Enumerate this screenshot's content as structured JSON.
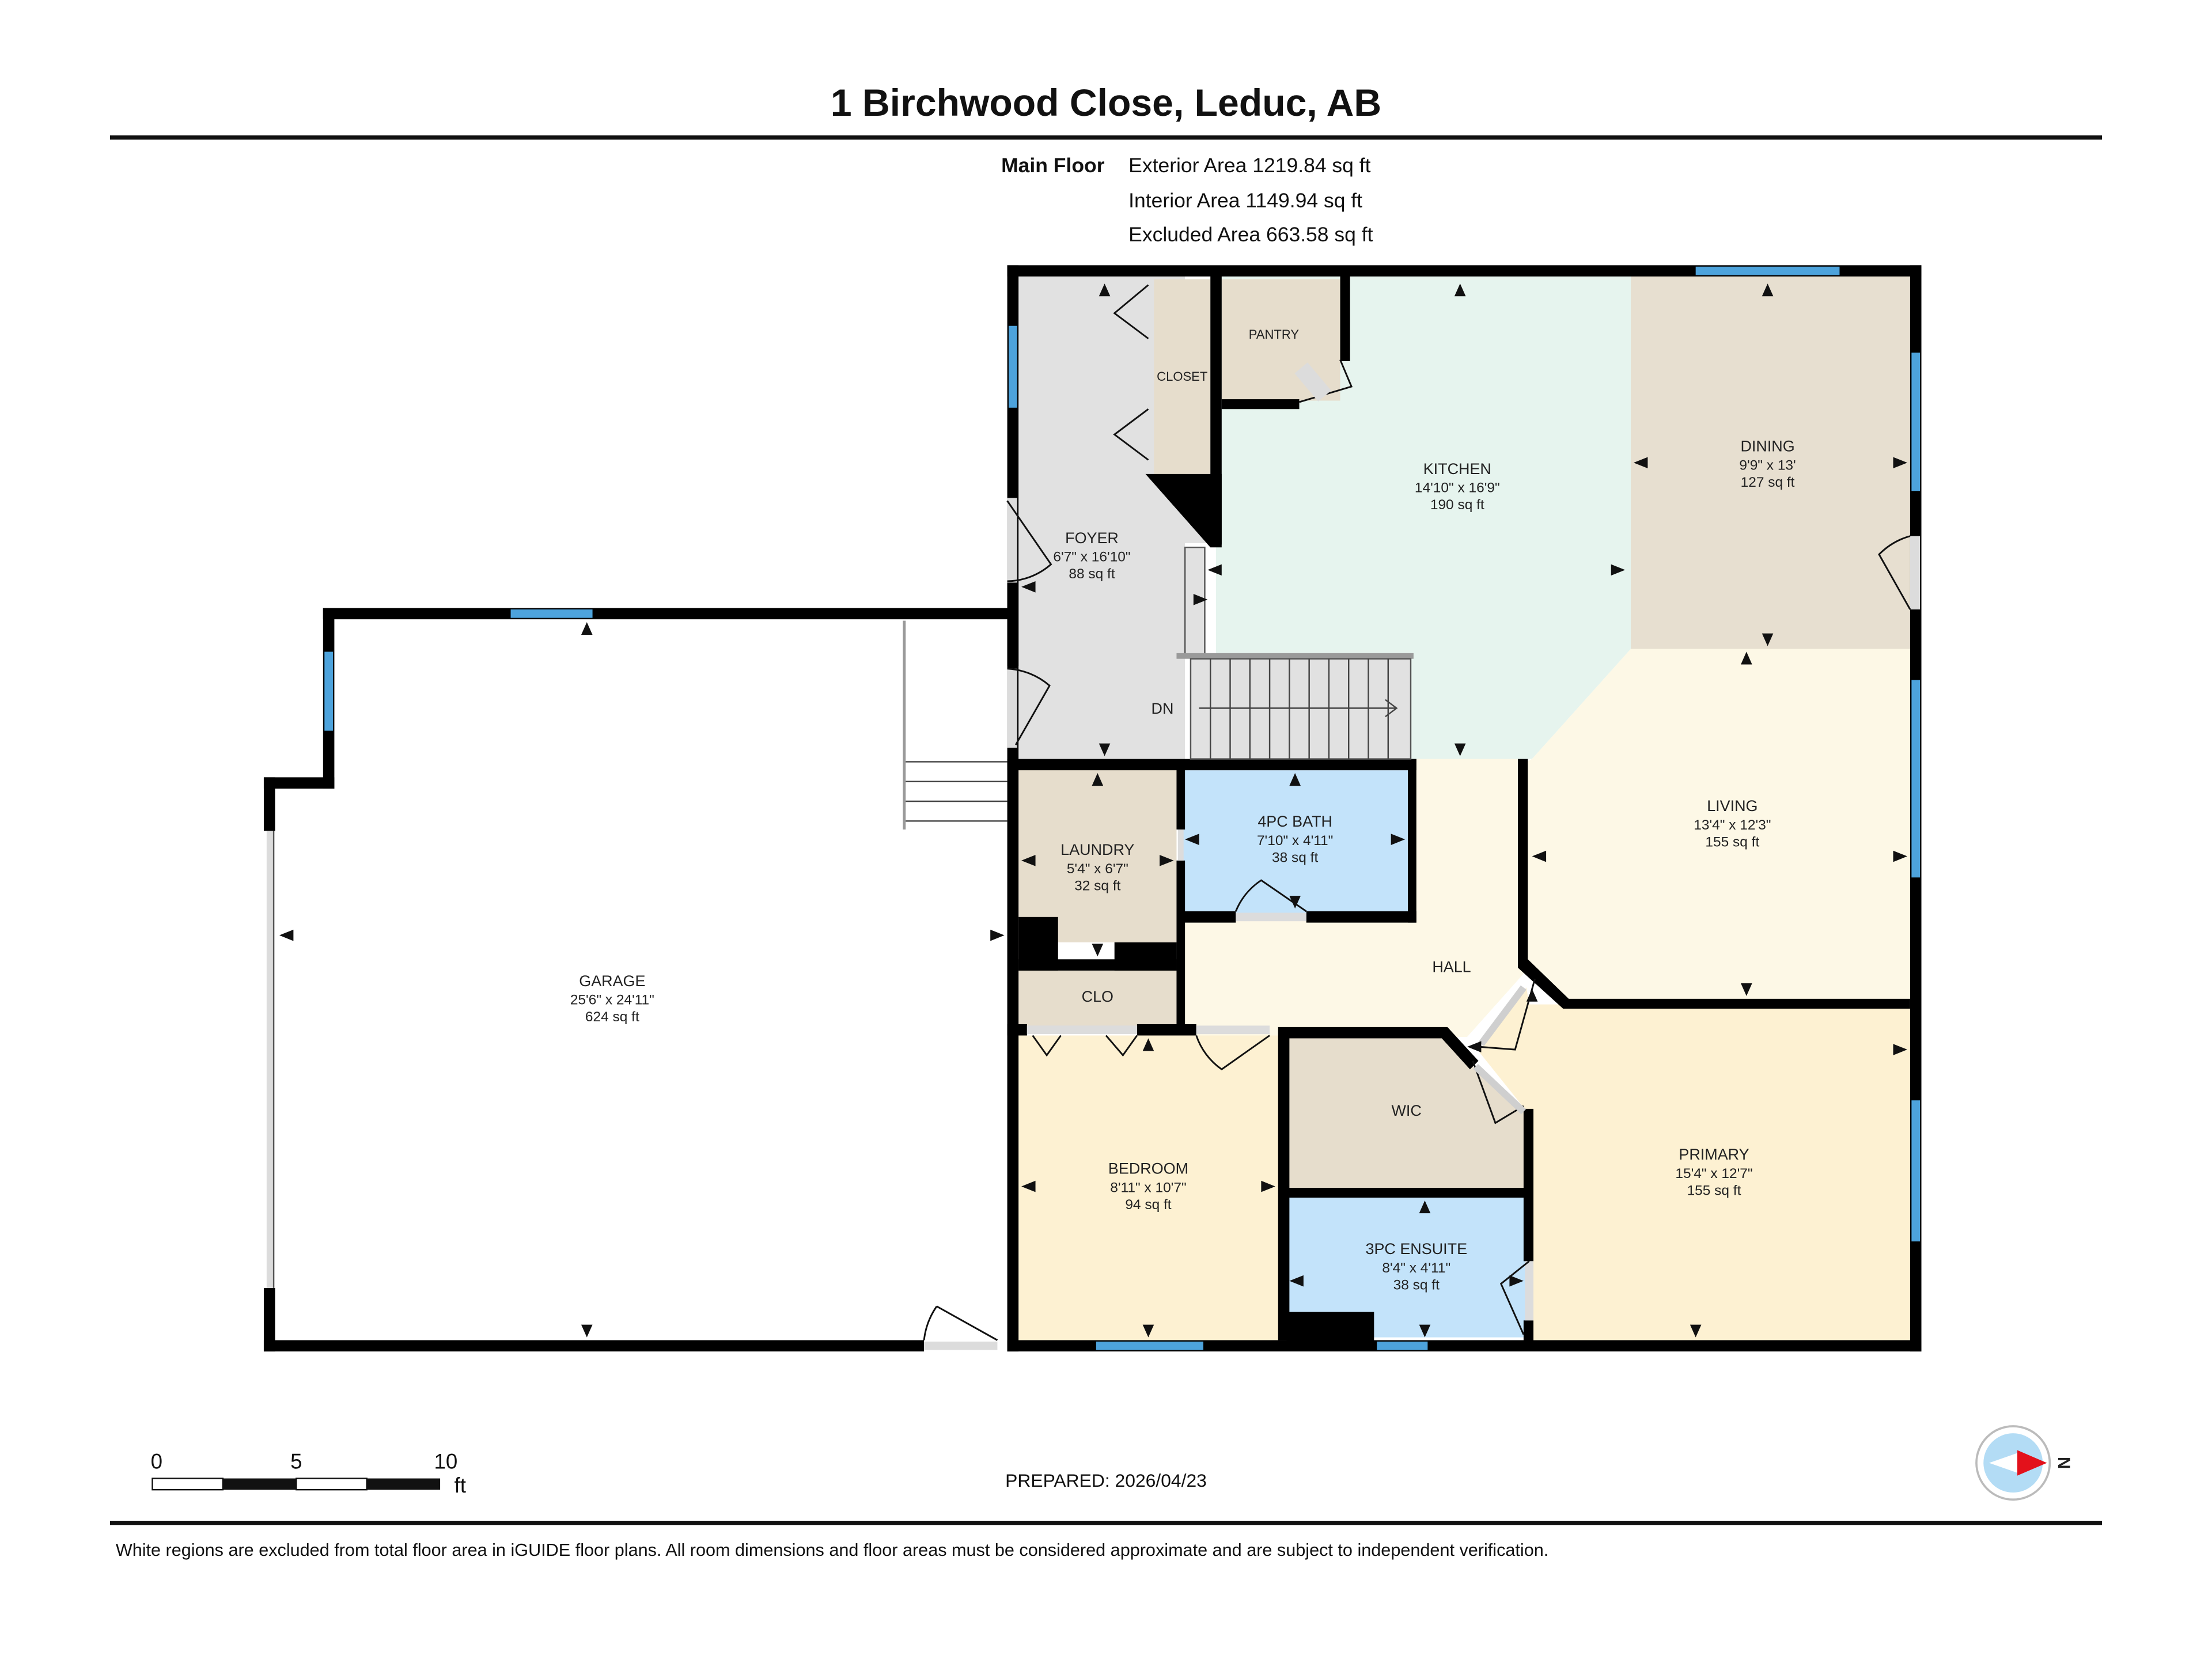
{
  "header": {
    "title": "1 Birchwood Close, Leduc, AB"
  },
  "floor_summary": {
    "floor_label": "Main Floor",
    "exterior_area": "Exterior Area 1219.84 sq ft",
    "interior_area": "Interior Area 1149.94 sq ft",
    "excluded_area": "Excluded Area 663.58 sq ft"
  },
  "colors": {
    "kitchen": "#e6f4ee",
    "dining": "#e7dfd0",
    "living": "#fdf8e6",
    "foyer": "#e1e1e1",
    "closet": "#e6ddcc",
    "bath": "#c3e3fa",
    "bedroom": "#fdf1d2",
    "hall": "#fdf8e6",
    "window": "#4da3dc",
    "wall": "#000000"
  },
  "rooms": {
    "kitchen": {
      "name": "KITCHEN",
      "dims": "14'10\" x 16'9\"",
      "area": "190 sq ft"
    },
    "dining": {
      "name": "DINING",
      "dims": "9'9\" x 13'",
      "area": "127 sq ft"
    },
    "living": {
      "name": "LIVING",
      "dims": "13'4\" x 12'3\"",
      "area": "155 sq ft"
    },
    "foyer": {
      "name": "FOYER",
      "dims": "6'7\" x 16'10\"",
      "area": "88 sq ft"
    },
    "laundry": {
      "name": "LAUNDRY",
      "dims": "5'4\" x 6'7\"",
      "area": "32 sq ft"
    },
    "bath4pc": {
      "name": "4PC BATH",
      "dims": "7'10\" x 4'11\"",
      "area": "38 sq ft"
    },
    "garage": {
      "name": "GARAGE",
      "dims": "25'6\" x 24'11\"",
      "area": "624 sq ft"
    },
    "bedroom": {
      "name": "BEDROOM",
      "dims": "8'11\" x 10'7\"",
      "area": "94 sq ft"
    },
    "primary": {
      "name": "PRIMARY",
      "dims": "15'4\" x 12'7\"",
      "area": "155 sq ft"
    },
    "ensuite": {
      "name": "3PC ENSUITE",
      "dims": "8'4\" x 4'11\"",
      "area": "38 sq ft"
    },
    "pantry": {
      "name": "PANTRY"
    },
    "closet": {
      "name": "CLOSET"
    },
    "clo": {
      "name": "CLO"
    },
    "wic": {
      "name": "WIC"
    },
    "hall": {
      "name": "HALL"
    },
    "stairs": {
      "label": "DN"
    }
  },
  "scale_bar": {
    "ticks": [
      "0",
      "5",
      "10"
    ],
    "unit": "ft"
  },
  "prepared": "PREPARED: 2026/04/23",
  "compass": {
    "label": "N",
    "icon": "north-compass-icon"
  },
  "footer": {
    "disclaimer": "White regions are excluded from total floor area in iGUIDE floor plans. All room dimensions and floor areas must be considered approximate and are subject to independent verification."
  }
}
